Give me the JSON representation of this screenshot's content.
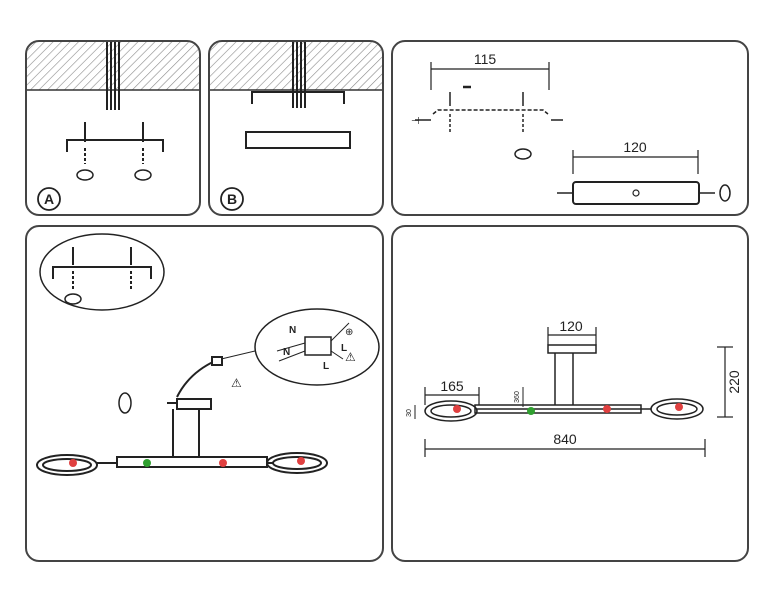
{
  "panels": {
    "a": {
      "label": "A"
    },
    "b": {
      "label": "B"
    },
    "c": {
      "dim_top": "115",
      "dim_bottom": "120"
    },
    "d": {
      "wire_n": "N",
      "wire_l": "L",
      "wire_n2": "N",
      "wire_l2": "L"
    },
    "e": {
      "dim_canopy": "120",
      "dim_height": "220",
      "dim_ring": "165",
      "dim_width": "840",
      "dim_thick": "30",
      "dim_rod": "360"
    }
  }
}
